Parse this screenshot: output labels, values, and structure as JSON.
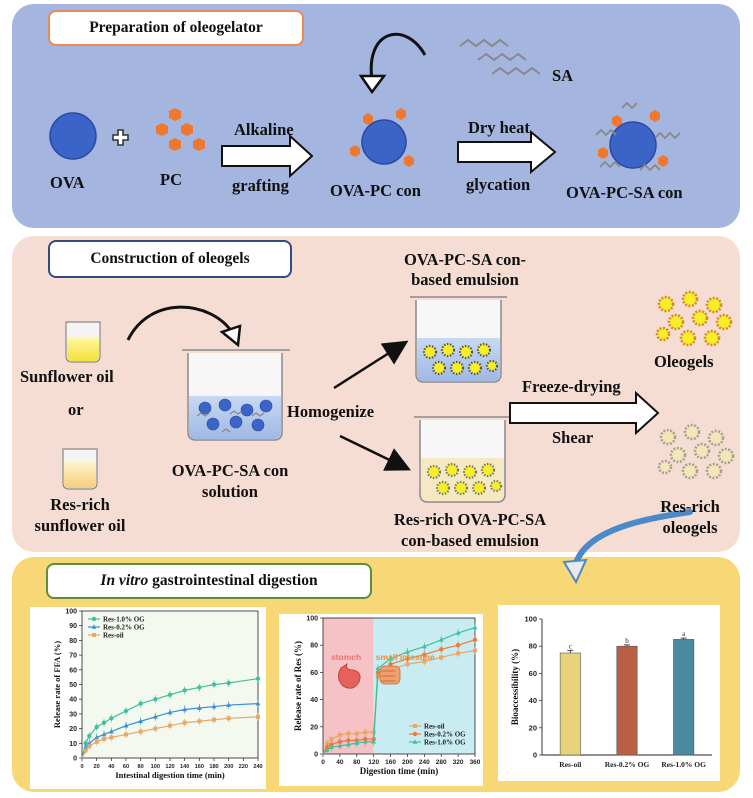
{
  "panel1": {
    "title": "Preparation of oleogelator",
    "ova": "OVA",
    "plus": "+",
    "pc": "PC",
    "step1_top": "Alkaline",
    "step1_bottom": "grafting",
    "ova_pc": "OVA-PC con",
    "sa": "SA",
    "step2_top": "Dry heat",
    "step2_bottom": "glycation",
    "ova_pc_sa": "OVA-PC-SA con"
  },
  "panel2": {
    "title": "Construction of oleogels",
    "sunflower": "Sunflower oil",
    "or": "or",
    "res_rich_1": "Res-rich",
    "res_rich_2": "sunflower oil",
    "solution_1": "OVA-PC-SA con",
    "solution_2": "solution",
    "homogenize": "Homogenize",
    "emulsion_top_1": "OVA-PC-SA con-",
    "emulsion_top_2": "based emulsion",
    "emulsion_bottom_1": "Res-rich OVA-PC-SA",
    "emulsion_bottom_2": "con-based emulsion",
    "freeze": "Freeze-drying",
    "shear": "Shear",
    "oleogels": "Oleogels",
    "res_oleo_1": "Res-rich",
    "res_oleo_2": "oleogels"
  },
  "panel3": {
    "title_italic": "In vitro",
    "title_rest": " gastrointestinal digestion"
  },
  "colors": {
    "blue_panel": "#a4b6e0",
    "pink_panel": "#f6ddd3",
    "yellow_panel": "#f8d777",
    "protein_blue": "#3b64c8",
    "pc_orange": "#f0782c",
    "series_1": "#3fc1a0",
    "series_2": "#3a8fd6",
    "series_3": "#e8a868"
  },
  "chart_data": [
    {
      "type": "line",
      "xlabel": "Intestinal digestion time (min)",
      "ylabel": "Release rate of FFA (%)",
      "xlim": [
        0,
        240
      ],
      "ylim": [
        0,
        100
      ],
      "xticks": [
        0,
        20,
        40,
        60,
        80,
        100,
        120,
        140,
        160,
        180,
        200,
        220,
        240
      ],
      "yticks": [
        0,
        10,
        20,
        30,
        40,
        50,
        60,
        70,
        80,
        90,
        100
      ],
      "legend": "top-left",
      "series": [
        {
          "name": "Res-1.0% OG",
          "color": "#3fc1a0",
          "marker": "circle",
          "x": [
            0,
            5,
            10,
            20,
            30,
            40,
            60,
            80,
            100,
            120,
            140,
            160,
            180,
            200,
            240
          ],
          "y": [
            0,
            10,
            15,
            21,
            24,
            27,
            32,
            37,
            40,
            43,
            46,
            48,
            50,
            51,
            54
          ]
        },
        {
          "name": "Res-0.2% OG",
          "color": "#3a8fd6",
          "marker": "triangle",
          "x": [
            0,
            5,
            10,
            20,
            30,
            40,
            60,
            80,
            100,
            120,
            140,
            160,
            180,
            200,
            240
          ],
          "y": [
            0,
            7,
            10,
            14,
            16,
            18,
            22,
            25,
            28,
            31,
            33,
            34,
            35,
            36,
            37
          ]
        },
        {
          "name": "Res-oil",
          "color": "#e8a868",
          "marker": "square",
          "x": [
            0,
            5,
            10,
            20,
            30,
            40,
            60,
            80,
            100,
            120,
            140,
            160,
            180,
            200,
            240
          ],
          "y": [
            0,
            5,
            8,
            11,
            13,
            14,
            16,
            18,
            20,
            22,
            24,
            25,
            26,
            27,
            28
          ]
        }
      ]
    },
    {
      "type": "line",
      "xlabel": "Digestion time (min)",
      "ylabel": "Release rate of Res (%)",
      "xlim": [
        0,
        360
      ],
      "ylim": [
        0,
        100
      ],
      "xticks": [
        0,
        40,
        80,
        120,
        160,
        200,
        240,
        280,
        320,
        360
      ],
      "yticks": [
        0,
        20,
        40,
        60,
        80,
        100
      ],
      "regions": [
        {
          "label": "stomch",
          "from": 0,
          "to": 120,
          "color": "#f6c2c6"
        },
        {
          "label": "small intestine",
          "from": 120,
          "to": 360,
          "color": "#c8ecf2"
        }
      ],
      "legend": "bottom-right",
      "series": [
        {
          "name": "Res-oil",
          "color": "#e8a868",
          "marker": "square",
          "x": [
            0,
            10,
            20,
            40,
            60,
            80,
            100,
            120,
            130,
            160,
            200,
            240,
            280,
            320,
            360
          ],
          "y": [
            0,
            8,
            11,
            14,
            15,
            15,
            16,
            16,
            57,
            62,
            66,
            68,
            71,
            74,
            76
          ]
        },
        {
          "name": "Res-0.2% OG",
          "color": "#f07838",
          "marker": "circle",
          "x": [
            0,
            10,
            20,
            40,
            60,
            80,
            100,
            120,
            130,
            160,
            200,
            240,
            280,
            320,
            360
          ],
          "y": [
            0,
            5,
            7,
            9,
            10,
            10,
            11,
            11,
            60,
            66,
            70,
            73,
            77,
            80,
            84
          ]
        },
        {
          "name": "Res-1.0% OG",
          "color": "#3fc1a0",
          "marker": "triangle",
          "x": [
            0,
            10,
            20,
            40,
            60,
            80,
            100,
            120,
            130,
            160,
            200,
            240,
            280,
            320,
            360
          ],
          "y": [
            0,
            3,
            5,
            6,
            7,
            8,
            9,
            9,
            63,
            70,
            75,
            79,
            84,
            89,
            93
          ]
        }
      ]
    },
    {
      "type": "bar",
      "ylabel": "Bioaccessibility (%)",
      "ylim": [
        0,
        100
      ],
      "yticks": [
        0,
        20,
        40,
        60,
        80,
        100
      ],
      "categories": [
        "Res-oil",
        "Res-0.2% OG",
        "Res-1.0% OG"
      ],
      "values": [
        75,
        80,
        85
      ],
      "errors": [
        2,
        1,
        1
      ],
      "letters": [
        "c",
        "b",
        "a"
      ],
      "colors": [
        "#e7d27a",
        "#b95f45",
        "#4a8aa0"
      ]
    }
  ]
}
